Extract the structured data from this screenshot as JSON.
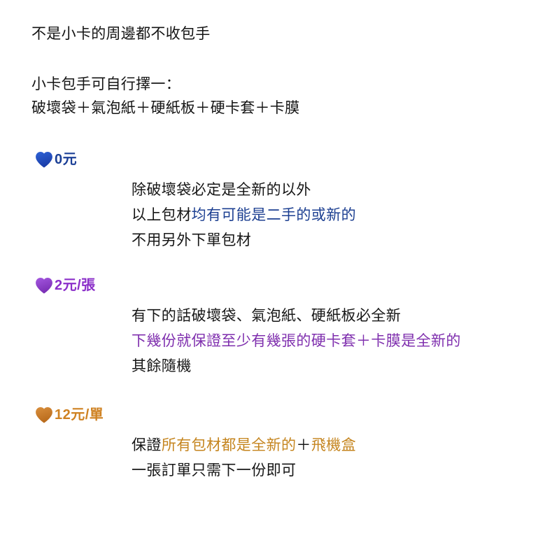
{
  "page": {
    "background_color": "#ffffff",
    "text_color": "#161616"
  },
  "intro": {
    "headline": "不是小卡的周邊都不收包手",
    "subhead": "小卡包手可自行擇一：",
    "materials": "破壞袋＋氣泡紙＋硬紙板＋硬卡套＋卡膜"
  },
  "tiers": [
    {
      "icon": "blue-heart-icon",
      "heart_color": "#2e62d6",
      "heart_color_dark": "#1a3da8",
      "price": "0元",
      "price_color": "#1b3f96",
      "lines": [
        {
          "parts": [
            {
              "text": "除破壞袋必定是全新的以外",
              "style": "plain"
            }
          ]
        },
        {
          "parts": [
            {
              "text": "以上包材",
              "style": "plain"
            },
            {
              "text": "均有可能是二手的或新的",
              "style": "blue"
            }
          ]
        },
        {
          "parts": [
            {
              "text": "不用另外下單包材",
              "style": "plain"
            }
          ]
        }
      ]
    },
    {
      "icon": "purple-heart-icon",
      "heart_color": "#a457e0",
      "heart_color_dark": "#7a2fb5",
      "price": "2元/張",
      "price_color": "#8b2fc9",
      "lines": [
        {
          "parts": [
            {
              "text": "有下的話破壞袋、氣泡紙、硬紙板必全新",
              "style": "plain"
            }
          ]
        },
        {
          "parts": [
            {
              "text": "下幾份就保證至少有幾張的硬卡套＋卡膜是全新的",
              "style": "purple"
            }
          ]
        },
        {
          "parts": [
            {
              "text": "其餘隨機",
              "style": "plain"
            }
          ]
        }
      ]
    },
    {
      "icon": "orange-heart-icon",
      "heart_color": "#d98f3d",
      "heart_color_dark": "#b96b1c",
      "price": "12元/單",
      "price_color": "#cf8222",
      "lines": [
        {
          "parts": [
            {
              "text": "保證",
              "style": "plain"
            },
            {
              "text": "所有包材都是全新的",
              "style": "orange"
            },
            {
              "text": "＋",
              "style": "plain"
            },
            {
              "text": "飛機盒",
              "style": "orange"
            }
          ]
        },
        {
          "parts": [
            {
              "text": "一張訂單只需下一份即可",
              "style": "plain"
            }
          ]
        }
      ]
    }
  ]
}
